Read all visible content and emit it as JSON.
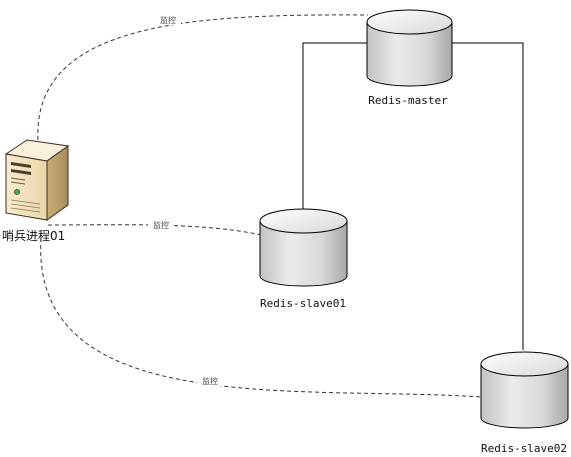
{
  "nodes": {
    "master": {
      "label": "Redis-master"
    },
    "slave01": {
      "label": "Redis-slave01"
    },
    "slave02": {
      "label": "Redis-slave02"
    },
    "sentinel": {
      "label": "哨兵进程01",
      "icon": "server-tower-icon"
    }
  },
  "edges": {
    "monitor_master": {
      "label": "监控"
    },
    "monitor_slave01": {
      "label": "监控"
    },
    "monitor_slave02": {
      "label": "监控"
    }
  },
  "colors": {
    "line": "#000000",
    "dashed": "#333333",
    "cylinder_top": "#ececec",
    "cylinder_body": "#d4d4d4",
    "server_beige": "#f1e2bf"
  }
}
